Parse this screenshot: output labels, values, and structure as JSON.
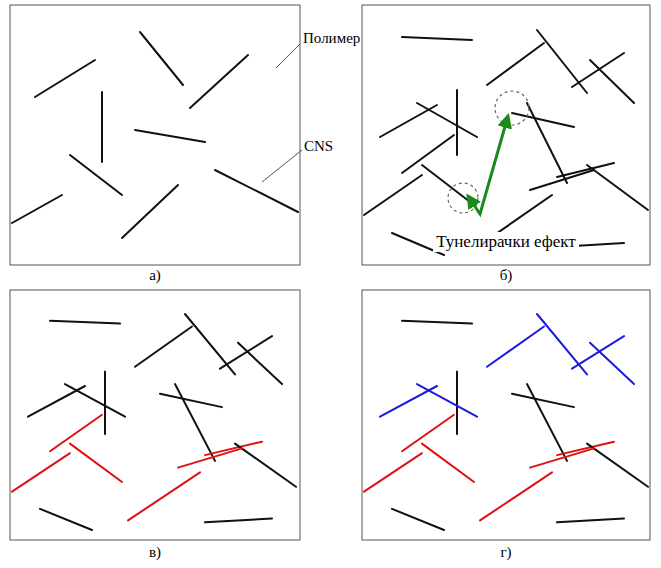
{
  "diagram": {
    "labels": [
      "Полимер",
      "CNS",
      "а)",
      "Тунелирачки ефект",
      "б)",
      "в)",
      "г)"
    ]
  }
}
